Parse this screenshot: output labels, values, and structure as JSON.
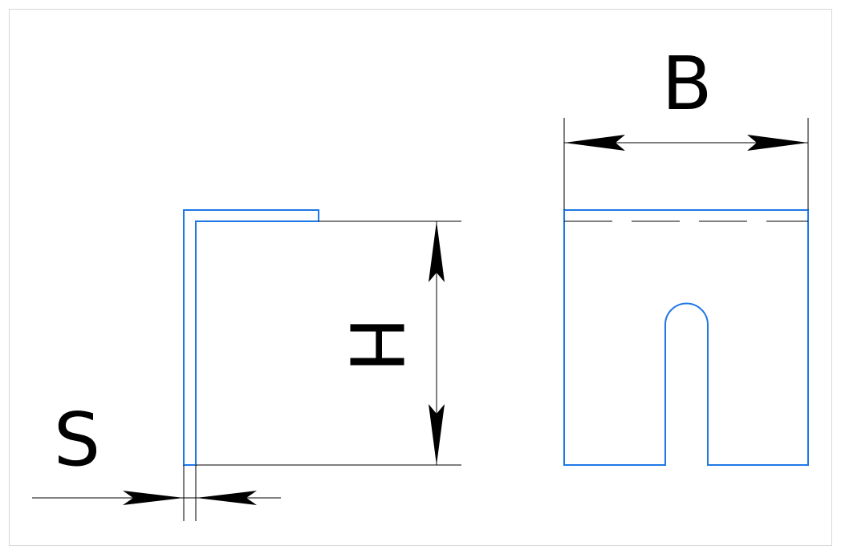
{
  "colors": {
    "part_outline": "#1e78e6",
    "dimension": "#000000",
    "frame": "#d6d6d6",
    "background": "#ffffff"
  },
  "labels": {
    "thickness": "S",
    "height": "H",
    "width": "B"
  }
}
